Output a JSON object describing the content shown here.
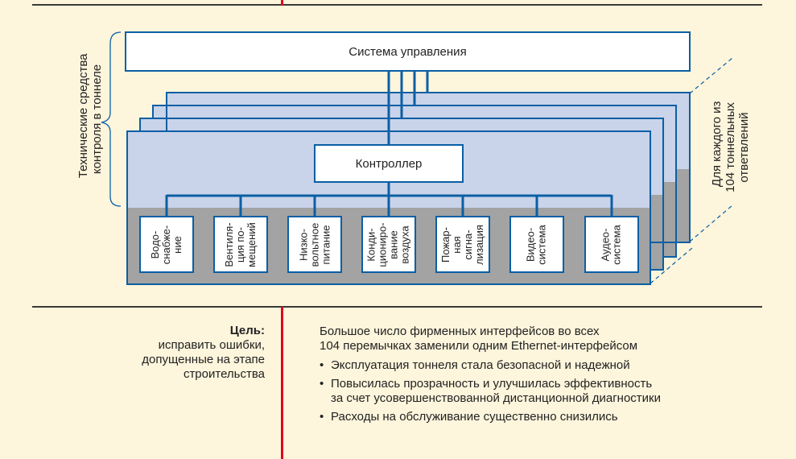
{
  "diagram": {
    "management_system": "Система управления",
    "controller": "Контроллер",
    "left_bracket_label": "Технические средства\nконтроля в тоннеле",
    "right_label": "Для каждого из\n104 тоннельных\nответвлений",
    "subsystems": [
      "Водо-\nснабже-\nние",
      "Вентиля-\nция по-\nмещений",
      "Низко-\nвольтное\nпитание",
      "Конди-\nциониро-\nвание\nвоздуха",
      "Пожар-\nная\nсигна-\nлизация",
      "Видео-\nсистема",
      "Аудео-\nсистема"
    ],
    "colors": {
      "blue_line": "#0a5fa4",
      "panel_fill": "#c9d3ea",
      "panel_gray": "#a3a3a3",
      "accent_red": "#e2001a",
      "background": "#fdf5dc"
    }
  },
  "goal": {
    "label": "Цель:",
    "text": "исправить ошибки,\nдопущенные на этапе\nстроительства"
  },
  "description": {
    "intro": "Большое число фирменных интерфейсов во всех\n104 перемычках заменили одним Ethernet-интерфейсом",
    "bullets": [
      "Эксплуатация тоннеля стала безопасной и надежной",
      "Повысилась прозрачность и улучшилась эффективность\nза счет усовершенствованной дистанционной диагностики",
      "Расходы на обслуживание существенно снизились"
    ]
  }
}
